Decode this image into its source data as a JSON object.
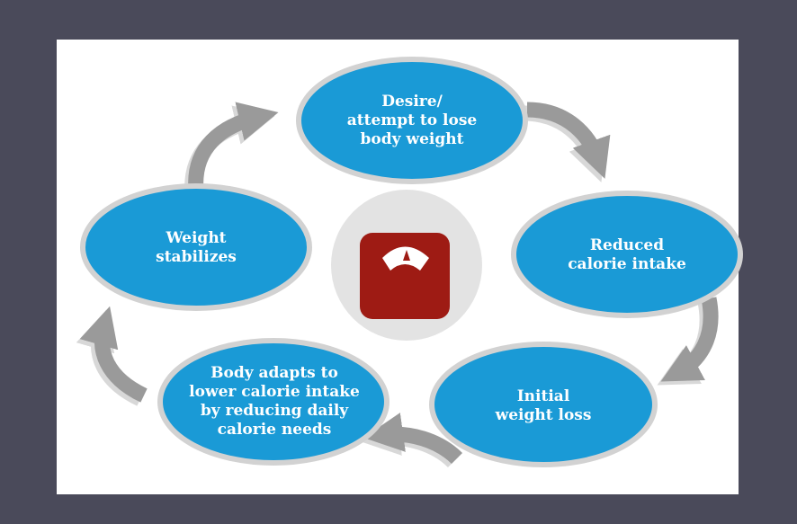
{
  "diagram": {
    "nodes": [
      {
        "id": "desire",
        "label": "Desire/\nattempt to lose\nbody weight"
      },
      {
        "id": "reduced",
        "label": "Reduced\ncalorie intake"
      },
      {
        "id": "initial",
        "label": "Initial\nweight loss"
      },
      {
        "id": "adapts",
        "label": "Body adapts to\nlower calorie intake\nby reducing daily\ncalorie needs"
      },
      {
        "id": "stabilizes",
        "label": "Weight\nstabilizes"
      }
    ],
    "center_icon": "bathroom-scale-icon",
    "colors": {
      "frame_background": "#4a4a5a",
      "canvas_background": "#ffffff",
      "node_fill": "#1a9ad6",
      "node_border": "#d2d2d2",
      "arrow_fill": "#9a9a9a",
      "arrow_shadow": "#d8d8d8",
      "center_circle": "#e3e3e3",
      "scale_fill": "#9e1b14"
    }
  }
}
